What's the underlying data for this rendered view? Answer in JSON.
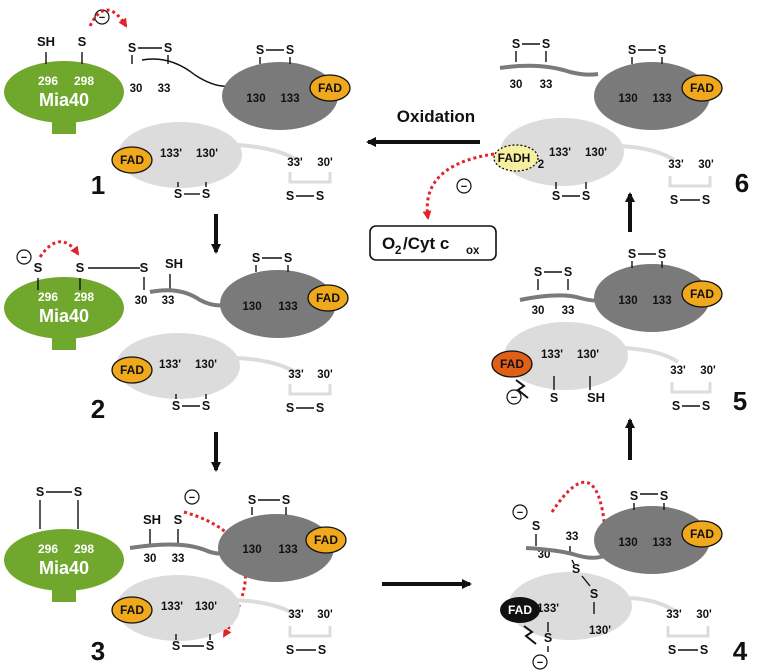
{
  "protein": "Mia40",
  "cofactor": "FAD",
  "reduced_cofactor": "FADH",
  "reduced_cofactor_sub": "2",
  "sulfur": "S",
  "thiol": "SH",
  "charge": "−",
  "mia40_residues": [
    "296",
    "298"
  ],
  "n_term_residues": [
    "30",
    "33"
  ],
  "n_term_residues_prime": [
    "30'",
    "33'"
  ],
  "core_residues": [
    "130",
    "133"
  ],
  "core_residues_prime": [
    "133'",
    "130'"
  ],
  "reaction_label": "Oxidation",
  "acceptor_box": {
    "main": "O",
    "sub1": "2",
    "mid": "/Cyt c",
    "sub2": "ox"
  },
  "steps": [
    "1",
    "2",
    "3",
    "4",
    "5",
    "6"
  ],
  "colors": {
    "mia40_green": "#6fa82c",
    "dark_subunit": "#7a7a7a",
    "light_subunit": "#dcdcdc",
    "fad_oxidized": "#f0a81c",
    "fad_excited": "#e06018",
    "fad_bound": "#111111",
    "fadh2": "#f7f0a0",
    "electron_path": "#e0242b"
  }
}
